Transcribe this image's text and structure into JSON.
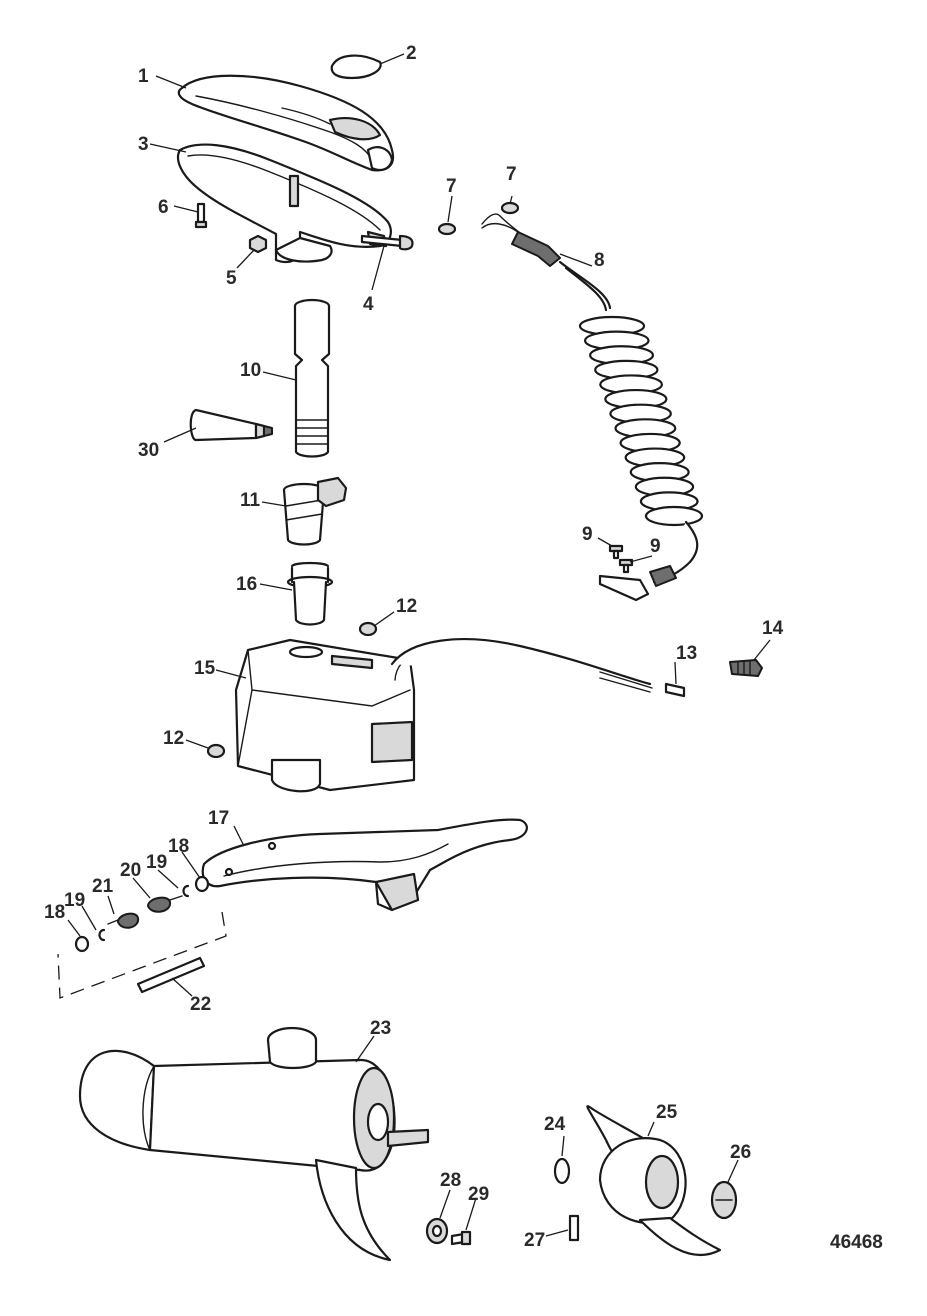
{
  "diagram": {
    "reference_number": "46468",
    "callouts": [
      "1",
      "2",
      "3",
      "4",
      "5",
      "6",
      "7",
      "7",
      "8",
      "9",
      "9",
      "10",
      "11",
      "12",
      "12",
      "13",
      "14",
      "15",
      "16",
      "17",
      "18",
      "18",
      "19",
      "19",
      "20",
      "21",
      "22",
      "23",
      "24",
      "25",
      "26",
      "27",
      "28",
      "29",
      "30"
    ]
  }
}
